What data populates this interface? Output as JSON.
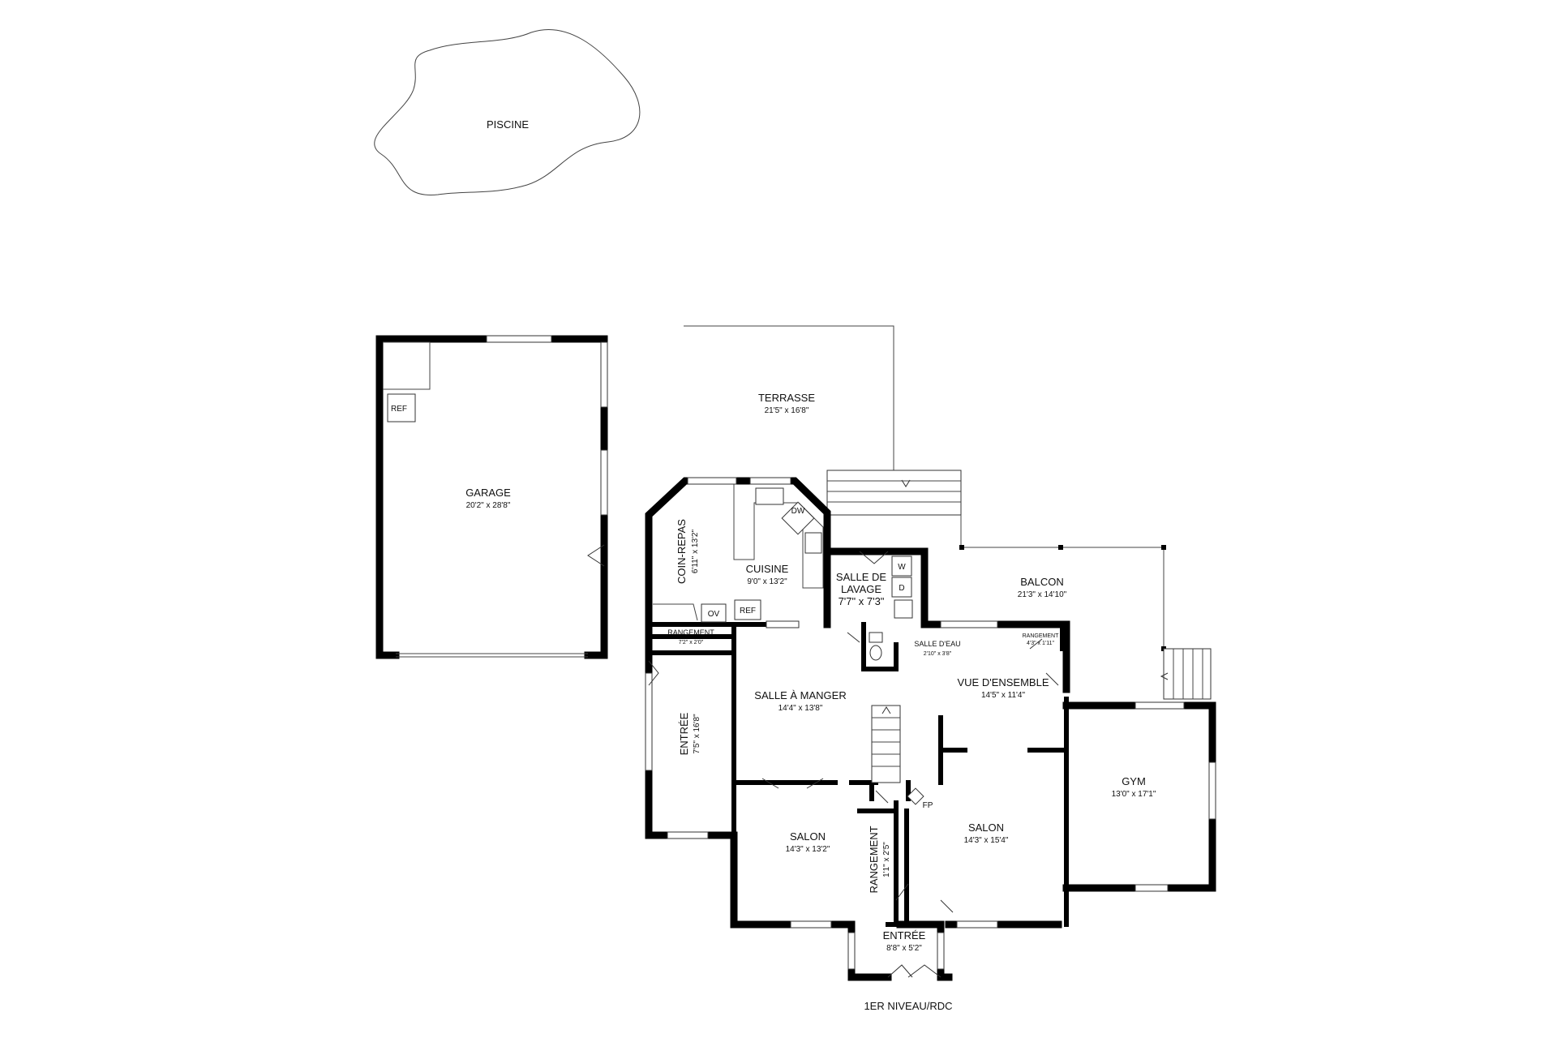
{
  "plan": {
    "level_label": "1ER NIVEAU/RDC",
    "pool": {
      "name": "PISCINE"
    },
    "garage": {
      "name": "GARAGE",
      "dims": "20'2\" x 28'8\"",
      "ref": "REF"
    },
    "terrasse": {
      "name": "TERRASSE",
      "dims": "21'5\" x 16'8\""
    },
    "coin_repas": {
      "name": "COIN-REPAS",
      "dims": "6'11\" x 13'2\""
    },
    "cuisine": {
      "name": "CUISINE",
      "dims": "9'0\" x 13'2\"",
      "dw": "DW",
      "ov": "OV",
      "ref": "REF"
    },
    "lavage": {
      "name_l1": "SALLE DE",
      "name_l2": "LAVAGE",
      "dims": "7'7\" x 7'3\"",
      "w": "W",
      "d": "D"
    },
    "balcon": {
      "name": "BALCON",
      "dims": "21'3\" x 14'10\""
    },
    "rangement1": {
      "name": "RANGEMENT",
      "dims": "7'2\" x 2'0\""
    },
    "salle_eau": {
      "name": "SALLE D'EAU",
      "dims": "2'10\" x 3'8\""
    },
    "rangement2": {
      "name": "RANGEMENT",
      "dims": "4'3\" x 1'11\""
    },
    "vue": {
      "name": "VUE D'ENSEMBLE",
      "dims": "14'5\" x 11'4\""
    },
    "entree_side": {
      "name": "ENTRÉE",
      "dims": "7'5\" x 16'8\""
    },
    "salle_manger": {
      "name": "SALLE À MANGER",
      "dims": "14'4\" x 13'8\""
    },
    "gym": {
      "name": "GYM",
      "dims": "13'0\" x 17'1\""
    },
    "salon1": {
      "name": "SALON",
      "dims": "14'3\" x 13'2\""
    },
    "rangement3": {
      "name": "RANGEMENT",
      "dims": "1'1\" x 2'5\""
    },
    "salon2": {
      "name": "SALON",
      "dims": "14'3\" x 15'4\"",
      "fp": "FP"
    },
    "entree_front": {
      "name": "ENTRÉE",
      "dims": "8'8\" x 5'2\""
    }
  }
}
